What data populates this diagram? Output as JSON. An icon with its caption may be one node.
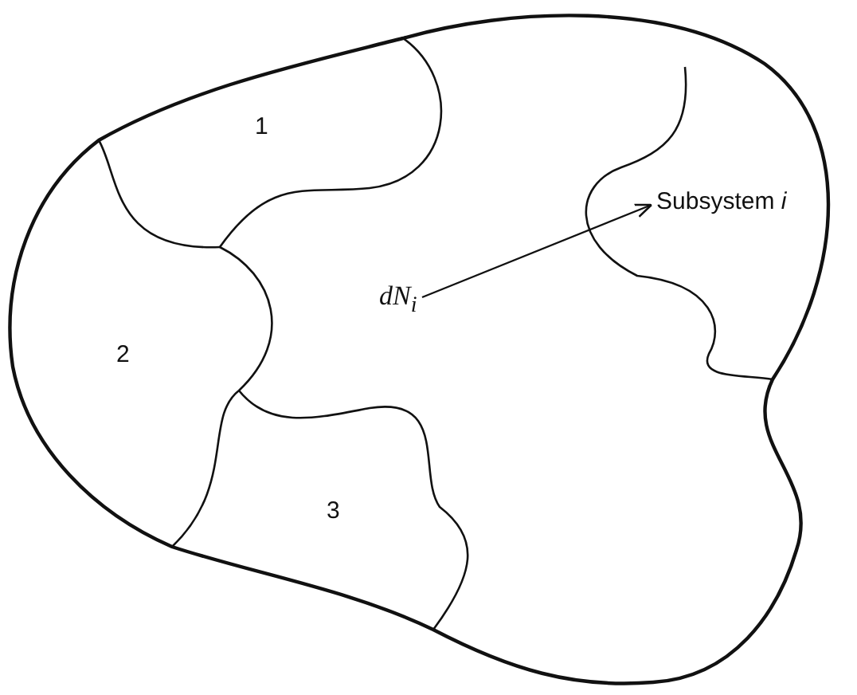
{
  "diagram": {
    "nodes": [
      {
        "text": [
          "1"
        ]
      },
      {
        "text": [
          "2"
        ]
      },
      {
        "text": [
          "3"
        ]
      },
      {
        "text": [
          "Subsystem *i*"
        ]
      },
      {
        "text": [
          "dN$_{i}$"
        ]
      }
    ],
    "edges": [
      {
        "from": 4,
        "to": 3,
        "arrow": "to"
      }
    ]
  }
}
